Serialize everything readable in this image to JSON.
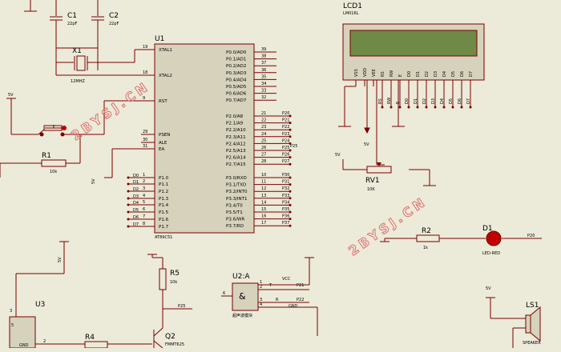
{
  "colors": {
    "background": "#ecead8",
    "wire": "#7a0000",
    "component": "#7a0000",
    "chip_fill": "#d6d2bc",
    "lcd_screen": "#6f8a46",
    "led": "#c00000",
    "label": "#000000",
    "watermark": "#e07070"
  },
  "components": {
    "c1": {
      "ref": "C1",
      "value": "22pF"
    },
    "c2": {
      "ref": "C2",
      "value": "22pF"
    },
    "x1": {
      "ref": "X1",
      "value": "12MHZ"
    },
    "r1": {
      "ref": "R1",
      "value": "10k"
    },
    "u1": {
      "ref": "U1",
      "part": "AT89C51",
      "left_pins": [
        {
          "num": "19",
          "name": "XTAL1"
        },
        {
          "num": "18",
          "name": "XTAL2"
        },
        {
          "num": "9",
          "name": "RST"
        },
        {
          "num": "29",
          "name": "PSEN"
        },
        {
          "num": "30",
          "name": "ALE"
        },
        {
          "num": "31",
          "name": "EA"
        },
        {
          "num": "1",
          "name": "P1.0"
        },
        {
          "num": "2",
          "name": "P1.1"
        },
        {
          "num": "3",
          "name": "P1.2"
        },
        {
          "num": "4",
          "name": "P1.3"
        },
        {
          "num": "5",
          "name": "P1.4"
        },
        {
          "num": "6",
          "name": "P1.5"
        },
        {
          "num": "7",
          "name": "P1.6"
        },
        {
          "num": "8",
          "name": "P1.7"
        }
      ],
      "p1_nets": [
        "D0",
        "D1",
        "D2",
        "D3",
        "D4",
        "D5",
        "D6",
        "D7"
      ],
      "p0_pins": [
        {
          "num": "39",
          "name": "P0.0/AD0"
        },
        {
          "num": "38",
          "name": "P0.1/AD1"
        },
        {
          "num": "37",
          "name": "P0.2/AD2"
        },
        {
          "num": "36",
          "name": "P0.3/AD3"
        },
        {
          "num": "35",
          "name": "P0.4/AD4"
        },
        {
          "num": "34",
          "name": "P0.5/AD5"
        },
        {
          "num": "33",
          "name": "P0.6/AD6"
        },
        {
          "num": "32",
          "name": "P0.7/AD7"
        }
      ],
      "p2_pins": [
        {
          "num": "21",
          "name": "P2.0/A8",
          "net": "P20"
        },
        {
          "num": "22",
          "name": "P2.1/A9",
          "net": "P21"
        },
        {
          "num": "23",
          "name": "P2.2/A10",
          "net": "P22"
        },
        {
          "num": "24",
          "name": "P2.3/A11",
          "net": "P23"
        },
        {
          "num": "25",
          "name": "P2.4/A12",
          "net": "P24"
        },
        {
          "num": "26",
          "name": "P2.5/A13",
          "net": "P25"
        },
        {
          "num": "27",
          "name": "P2.6/A14",
          "net": "P26"
        },
        {
          "num": "28",
          "name": "P2.7/A15",
          "net": "P27"
        }
      ],
      "p3_pins": [
        {
          "num": "10",
          "name": "P3.0/RXD",
          "net": "P30"
        },
        {
          "num": "11",
          "name": "P3.1/TXD",
          "net": "P31"
        },
        {
          "num": "12",
          "name": "P3.2/INT0",
          "net": "P32"
        },
        {
          "num": "13",
          "name": "P3.3/INT1",
          "net": "P33"
        },
        {
          "num": "14",
          "name": "P3.4/T0",
          "net": "P34"
        },
        {
          "num": "15",
          "name": "P3.5/T1",
          "net": "P35"
        },
        {
          "num": "16",
          "name": "P3.6/WR",
          "net": "P36"
        },
        {
          "num": "17",
          "name": "P3.7/RD",
          "net": "P37"
        }
      ],
      "p25_label": "P25"
    },
    "lcd1": {
      "ref": "LCD1",
      "part": "LM016L",
      "pins": [
        "VSS",
        "VDD",
        "VEE",
        "RS",
        "RW",
        "E",
        "D0",
        "D1",
        "D2",
        "D3",
        "D4",
        "D5",
        "D6",
        "D7"
      ],
      "nets": [
        "RS",
        "RW",
        "E",
        "D0",
        "D1",
        "D2",
        "D3",
        "D4",
        "D5",
        "D6",
        "D7"
      ]
    },
    "rv1": {
      "ref": "RV1",
      "value": "10K"
    },
    "r2": {
      "ref": "R2",
      "value": "1k"
    },
    "d1": {
      "ref": "D1",
      "part": "LED-RED",
      "net": "P20"
    },
    "r5": {
      "ref": "R5",
      "value": "10k"
    },
    "u2a": {
      "ref": "U2:A",
      "gate_symbol": "&",
      "pin_in": "6",
      "pin1": "1",
      "pin2": "2",
      "pin3": "3",
      "pin4": "4",
      "vcc": "VCC",
      "t": "T",
      "r": "R",
      "gnd": "GND",
      "net_p21": "P21",
      "net_p22": "P22",
      "part": "超声波模块"
    },
    "u3": {
      "ref": "U3",
      "pin3": "3",
      "pin2": "2",
      "pin_v": "5",
      "gnd": "GND"
    },
    "r4": {
      "ref": "R4"
    },
    "q2": {
      "ref": "Q2",
      "part": "FMMT625",
      "net": "P25"
    },
    "ls1": {
      "ref": "LS1",
      "part": "SPEAKER"
    }
  },
  "power_labels": {
    "v5": "5V"
  },
  "watermarks": [
    "2BYSJ.CN",
    "2BYSJ.CN"
  ]
}
